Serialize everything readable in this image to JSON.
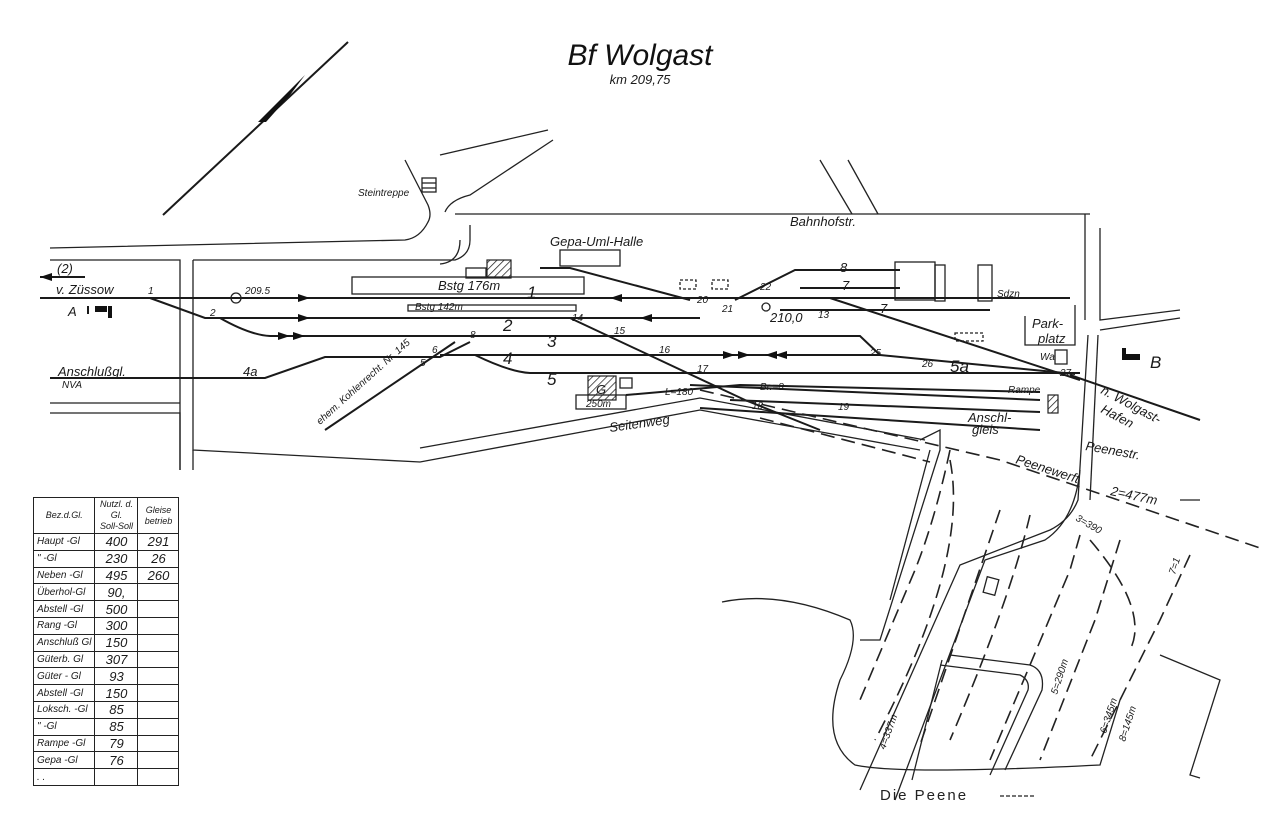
{
  "title": "Bf Wolgast",
  "subtitle": "km 209,75",
  "labels": {
    "steintreppe": "Steintreppe",
    "bahnhofstr": "Bahnhofstr.",
    "gepa_halle": "Gepa-Uml-Halle",
    "route_2": "(2)",
    "zuessow": "v. Züssow",
    "signal_a": "A",
    "signal_b": "B",
    "km_2095": "209.5",
    "km_2100": "210,0",
    "bstg_176": "Bstg 176m",
    "bstg_142": "Bstg 142m",
    "anschluss": "Anschlußgl.",
    "nva": "NVA",
    "track_4a": "4a",
    "track_1": "1",
    "track_2": "2",
    "track_3": "3",
    "track_4": "4",
    "track_5": "5",
    "track_5a": "5a",
    "track_7": "7",
    "track_8": "8",
    "kohlen": "ehem. Kohlenrecht. Nr. 145",
    "sw_1": "1",
    "sw_2": "2",
    "sw_5": "5",
    "sw_6": "6",
    "sw_8": "8",
    "sw_13": "13",
    "sw_14": "14",
    "sw_15": "15",
    "sw_16": "16",
    "sw_17": "17",
    "sw_18": "18",
    "sw_19": "19",
    "sw_20": "20",
    "sw_21": "21",
    "sw_22": "22",
    "sw_26": "26",
    "sw_27": "27",
    "sw_25": "25",
    "goods_shed": "G",
    "shed_len": "250m",
    "l180": "L=180",
    "br8": "Br.=8",
    "seitenweg": "Seitenweg",
    "sdzn": "Sdzn",
    "parkplatz_1": "Park-",
    "parkplatz_2": "platz",
    "wa": "Wa",
    "rampe": "Rampe",
    "anschlgleis_1": "Anschl-",
    "anschlgleis_2": "gleis",
    "peenestr": "Peenestr.",
    "hafen_1": "n. Wolgast-",
    "hafen_2": "Hafen",
    "peenewerft": "Peenewerft",
    "len_2": "2=477m",
    "len_3": "3=390",
    "len_4": "4=337m",
    "len_5": "5=290m",
    "len_6": "6=345m",
    "len_8": "8=145m",
    "len_7": "7=1",
    "die_peene": "Die Peene"
  },
  "table": {
    "headers": [
      [
        "Bez.d.Gl."
      ],
      [
        "Nutzl. d. Gl.",
        "Soll-Soll"
      ],
      [
        "Gleise",
        "betrieb"
      ]
    ],
    "rows": [
      [
        "Haupt -Gl",
        "400",
        "291"
      ],
      [
        "\" -Gl",
        "230",
        "26"
      ],
      [
        "Neben -Gl",
        "495",
        "260"
      ],
      [
        "Überhol-Gl",
        "90,",
        ""
      ],
      [
        "Abstell -Gl",
        "500",
        ""
      ],
      [
        "Rang -Gl",
        "300",
        ""
      ],
      [
        "Anschluß Gl",
        "150",
        ""
      ],
      [
        "Güterb. Gl",
        "307",
        ""
      ],
      [
        "Güter - Gl",
        "93",
        ""
      ],
      [
        "Abstell -Gl",
        "150",
        ""
      ],
      [
        "Loksch. -Gl",
        "85",
        ""
      ],
      [
        "\" -Gl",
        "85",
        ""
      ],
      [
        "Rampe -Gl",
        "79",
        ""
      ],
      [
        "Gepa -Gl",
        "76",
        ""
      ],
      [
        ".  .",
        "",
        ""
      ]
    ]
  }
}
